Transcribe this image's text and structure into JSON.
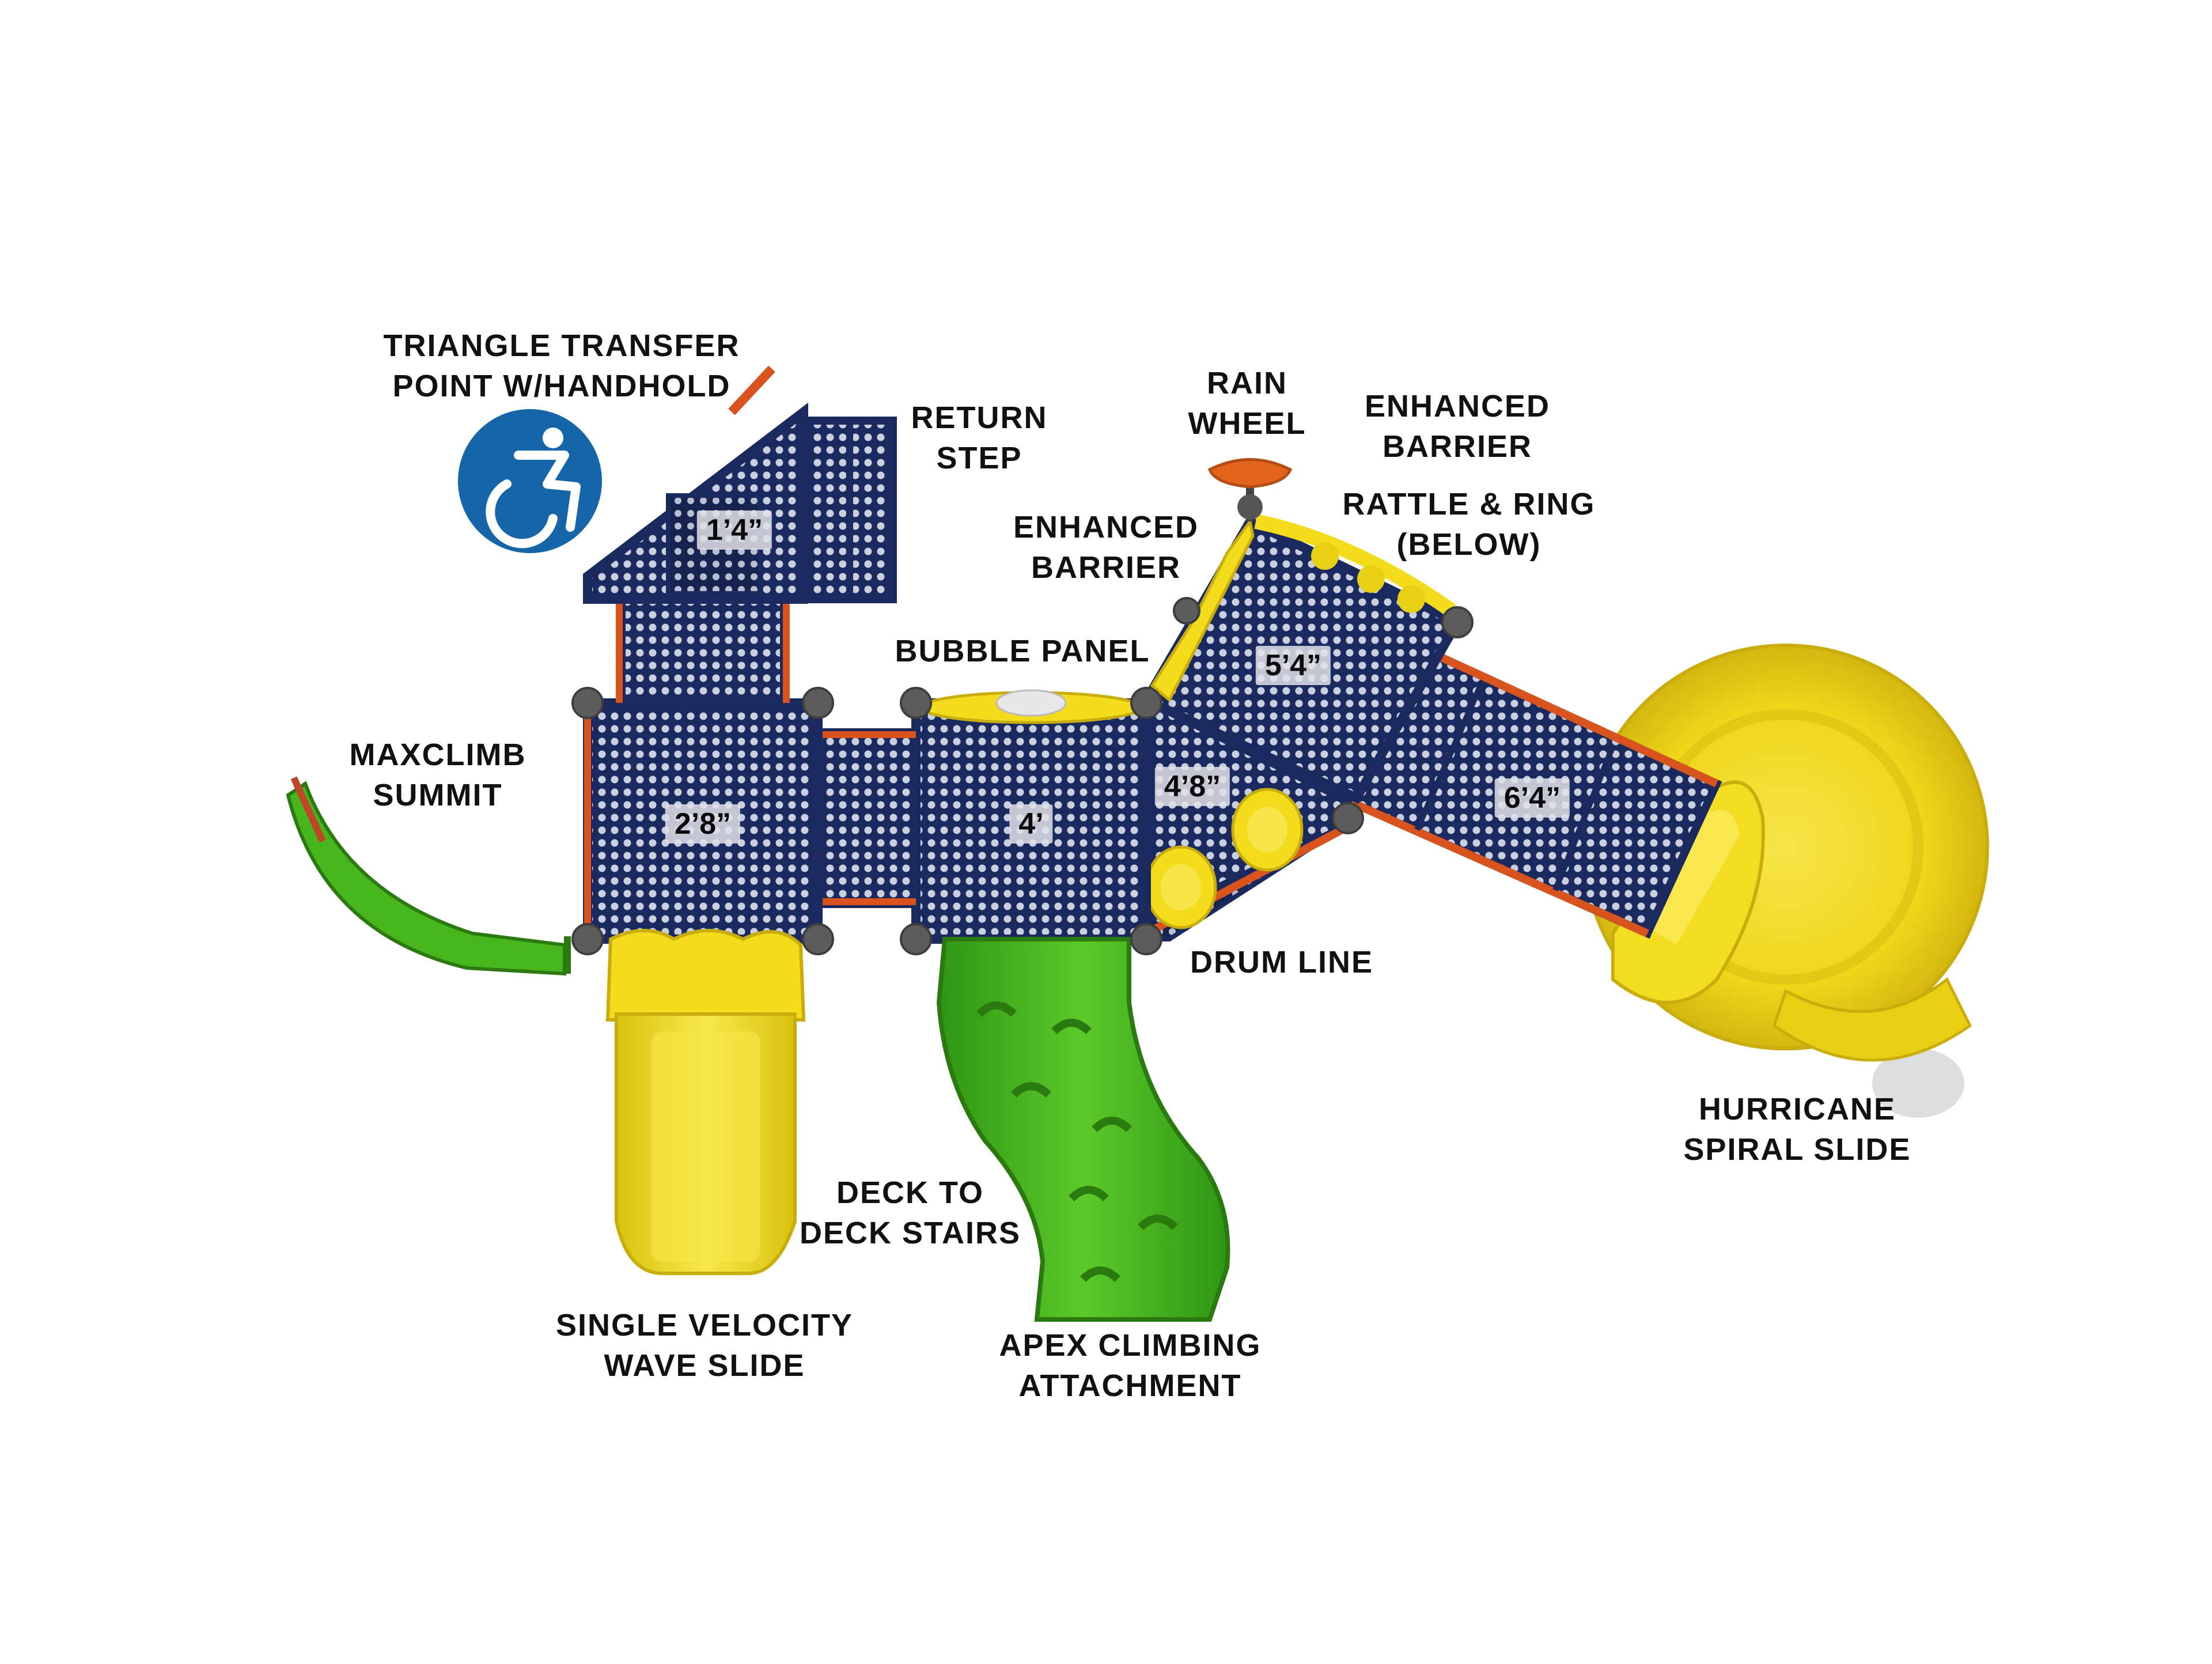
{
  "labels": {
    "triangle_transfer": [
      "TRIANGLE TRANSFER",
      "POINT W/HANDHOLD"
    ],
    "return_step": [
      "RETURN",
      "STEP"
    ],
    "rain_wheel": [
      "RAIN",
      "WHEEL"
    ],
    "enhanced_barrier_top": [
      "ENHANCED",
      "BARRIER"
    ],
    "rattle_ring": [
      "RATTLE & RING",
      "(BELOW)"
    ],
    "enhanced_barrier_left": [
      "ENHANCED",
      "BARRIER"
    ],
    "bubble_panel": "BUBBLE PANEL",
    "maxclimb_summit": [
      "MAXCLIMB",
      "SUMMIT"
    ],
    "drum_line": "DRUM LINE",
    "hurricane_spiral": [
      "HURRICANE",
      "SPIRAL SLIDE"
    ],
    "deck_to_deck": [
      "DECK TO",
      "DECK STAIRS"
    ],
    "single_velocity": [
      "SINGLE VELOCITY",
      "WAVE SLIDE"
    ],
    "apex_climbing": [
      "APEX CLIMBING",
      "ATTACHMENT"
    ]
  },
  "deck_heights": {
    "triangle": "1’4”",
    "deck_left": "2’8”",
    "deck_center": "4’",
    "deck_angled": "4’8”",
    "deck_upper": "5’4”",
    "deck_right": "6’4”"
  },
  "icons": [
    "accessibility-icon"
  ],
  "colors": {
    "deck_navy": "#1b2a5e",
    "frame_orange": "#d9531e",
    "slide_yellow": "#f2dc1b",
    "climber_green": "#46b51c",
    "accessibility_blue": "#1565a8",
    "clamp_gray": "#5c5c5c"
  }
}
